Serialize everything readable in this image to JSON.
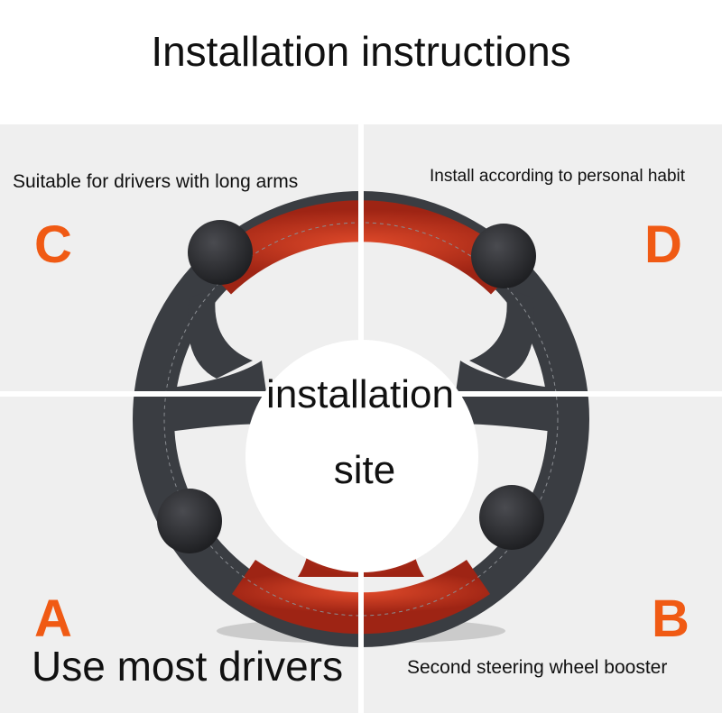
{
  "title": "Installation instructions",
  "center_label": {
    "line1": "installation",
    "line2": "site"
  },
  "quadrants": {
    "c": {
      "letter": "C",
      "caption": "Suitable for drivers with long arms"
    },
    "d": {
      "letter": "D",
      "caption": "Install according to personal habit"
    },
    "a": {
      "letter": "A",
      "caption": "Use most drivers"
    },
    "b": {
      "letter": "B",
      "caption": "Second steering wheel booster"
    }
  },
  "colors": {
    "accent": "#f05a14",
    "wheel_red": "#c0301c",
    "wheel_black": "#3a3d42",
    "knob": "#2e2f33"
  },
  "icons": [
    "steering-wheel-icon",
    "knob-icon"
  ]
}
